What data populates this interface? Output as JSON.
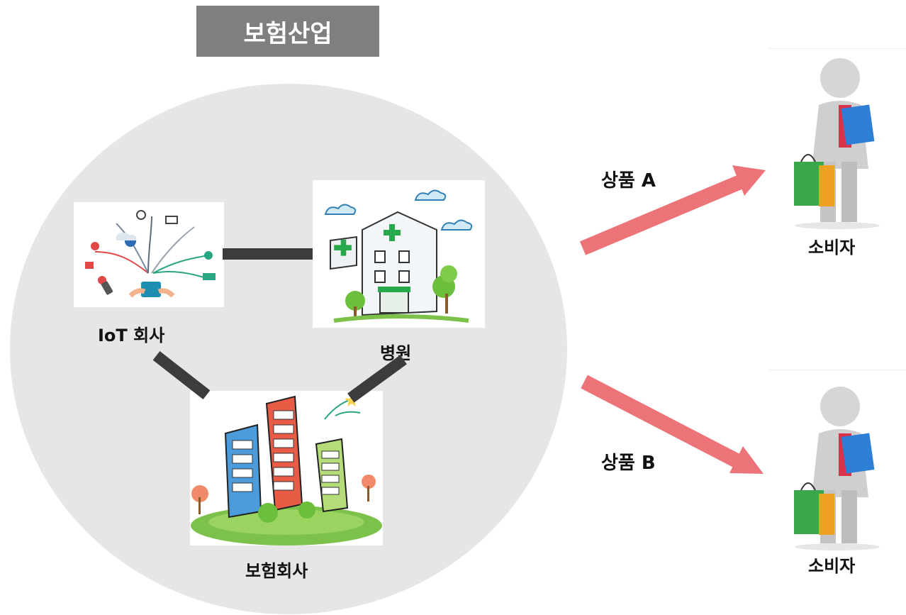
{
  "title": "보험산업",
  "nodes": {
    "iot": "IoT 회사",
    "hospital": "병원",
    "insurer": "보험회사"
  },
  "products": {
    "a": "상품 A",
    "b": "상품 B"
  },
  "consumers": {
    "top": "소비자",
    "bottom": "소비자"
  },
  "colors": {
    "title_bg": "#7f7f7f",
    "circle_bg": "#e6e6e6",
    "arrow": "#ec7378",
    "connector": "#3c3c3c"
  }
}
